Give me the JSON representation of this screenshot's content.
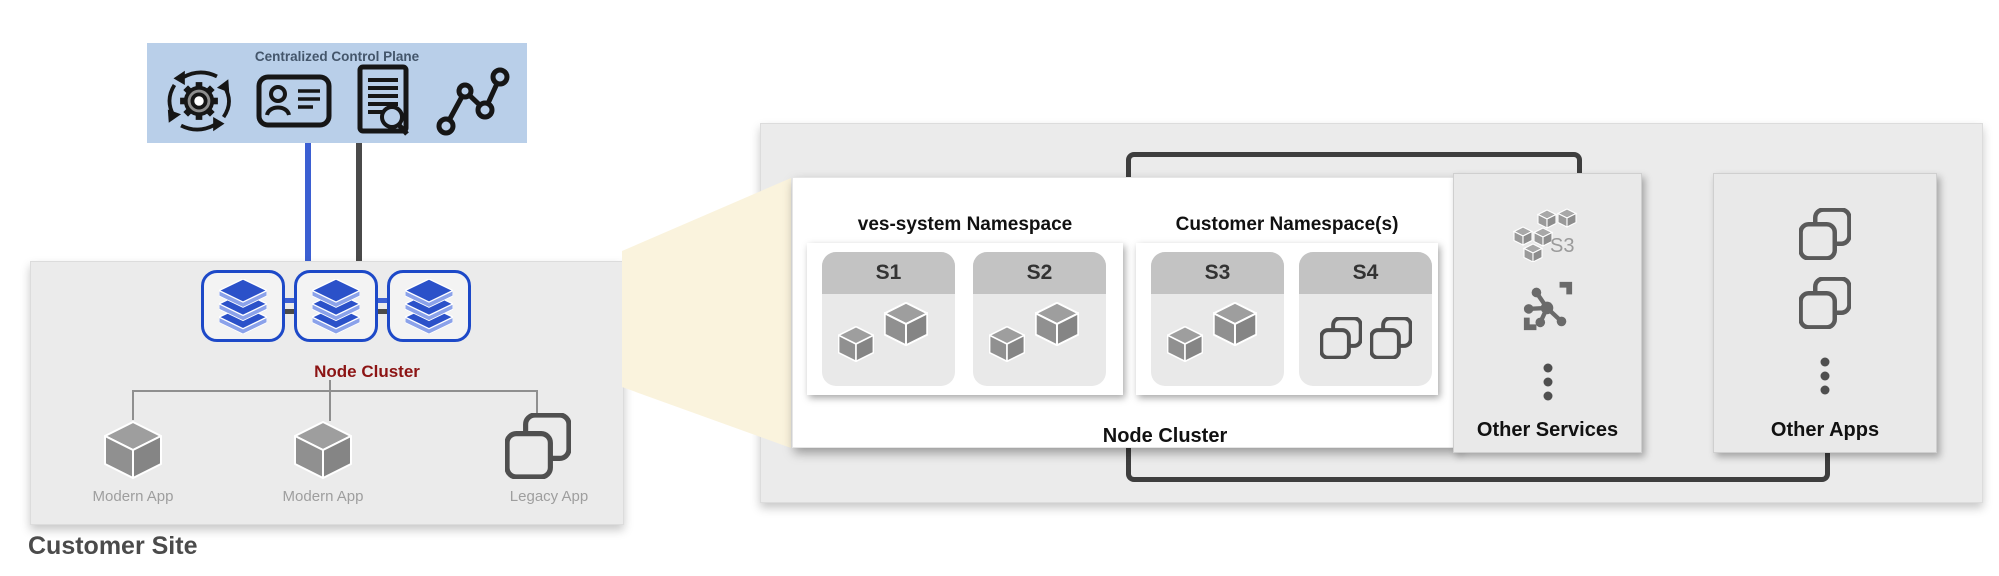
{
  "colors": {
    "control_plane_bg": "#b9cfe9",
    "node_blue": "#2b51c9",
    "node_border_blue": "#1d49c8",
    "node_cluster_red": "#8c1414",
    "panel_gray": "#ebebeb",
    "card_gray": "#e9e9e9",
    "connector_dark": "#3e3e3e",
    "beam_cream": "#faf3dd"
  },
  "control_plane": {
    "title": "Centralized Control Plane",
    "icons": [
      "ops-gear-cycle-icon",
      "identity-card-icon",
      "audit-document-icon",
      "metrics-graph-icon"
    ]
  },
  "customer_site": {
    "title": "Customer Site",
    "node_cluster_label": "Node Cluster",
    "node_count": 3,
    "apps": [
      {
        "label": "Modern App",
        "icon": "cube-icon"
      },
      {
        "label": "Modern App",
        "icon": "cube-icon"
      },
      {
        "label": "Legacy App",
        "icon": "legacy-app-icon"
      }
    ]
  },
  "zoom_panel": {
    "node_cluster": {
      "label": "Node Cluster",
      "namespaces": [
        {
          "title": "ves-system Namespace",
          "services": [
            {
              "name": "S1",
              "icon": "cubes-icon"
            },
            {
              "name": "S2",
              "icon": "cubes-icon"
            }
          ]
        },
        {
          "title": "Customer Namespace(s)",
          "services": [
            {
              "name": "S3",
              "icon": "cubes-icon"
            },
            {
              "name": "S4",
              "icon": "copies-icon"
            }
          ]
        }
      ]
    },
    "other_services": {
      "label": "Other Services",
      "s3_badge": "S3",
      "icons": [
        "aws-s3-icon",
        "service-hub-icon",
        "vertical-ellipsis-icon"
      ]
    },
    "other_apps": {
      "label": "Other Apps",
      "icons": [
        "copy-app-icon",
        "copy-app-icon",
        "vertical-ellipsis-icon"
      ]
    }
  }
}
